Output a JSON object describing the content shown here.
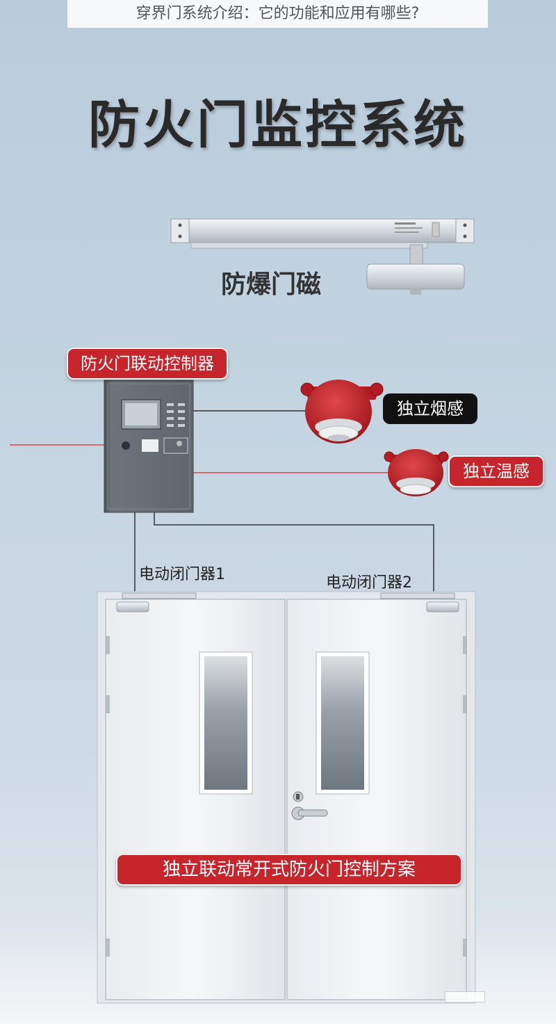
{
  "caption": "穿界门系统介绍：它的功能和应用有哪些?",
  "title": "防火门监控系统",
  "door_magnet_label": "防爆门磁",
  "controller_label": "防火门联动控制器",
  "smoke_detector_label": "独立烟感",
  "heat_detector_label": "独立温感",
  "door_closer_1_label": "电动闭门器1",
  "door_closer_2_label": "电动闭门器2",
  "scheme_label": "独立联动常开式防火门控制方案",
  "colors": {
    "accent_red": "#c6262b",
    "wire_red": "#d24a4a",
    "wire_dark": "#333333",
    "detector_red": "#c0222a"
  }
}
